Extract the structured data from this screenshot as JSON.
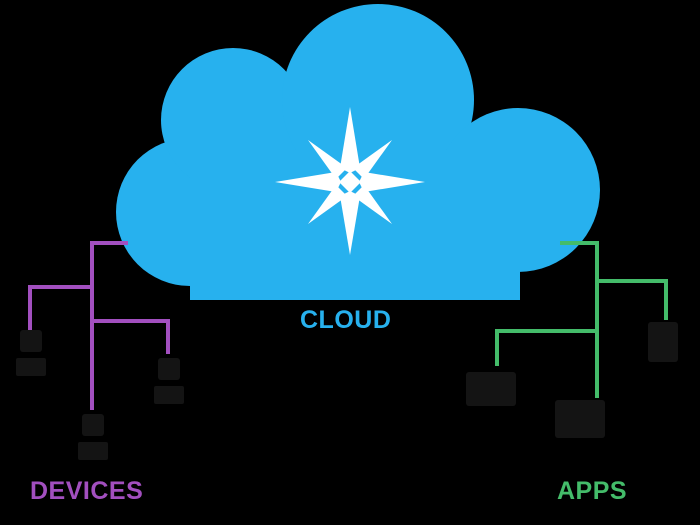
{
  "labels": {
    "cloud": "CLOUD",
    "devices": "DEVICES",
    "apps": "APPS"
  },
  "icons": {
    "center": "compass-star-icon",
    "devices": [
      "device-icon",
      "device-icon",
      "device-icon"
    ],
    "apps": [
      "app-icon",
      "app-icon",
      "app-icon",
      "app-icon"
    ]
  },
  "colors": {
    "background": "#000000",
    "cloud": "#27B1EE",
    "star": "#FFFFFF",
    "devices": "#A24FBF",
    "apps": "#44BC6A",
    "icons": "#141414"
  }
}
